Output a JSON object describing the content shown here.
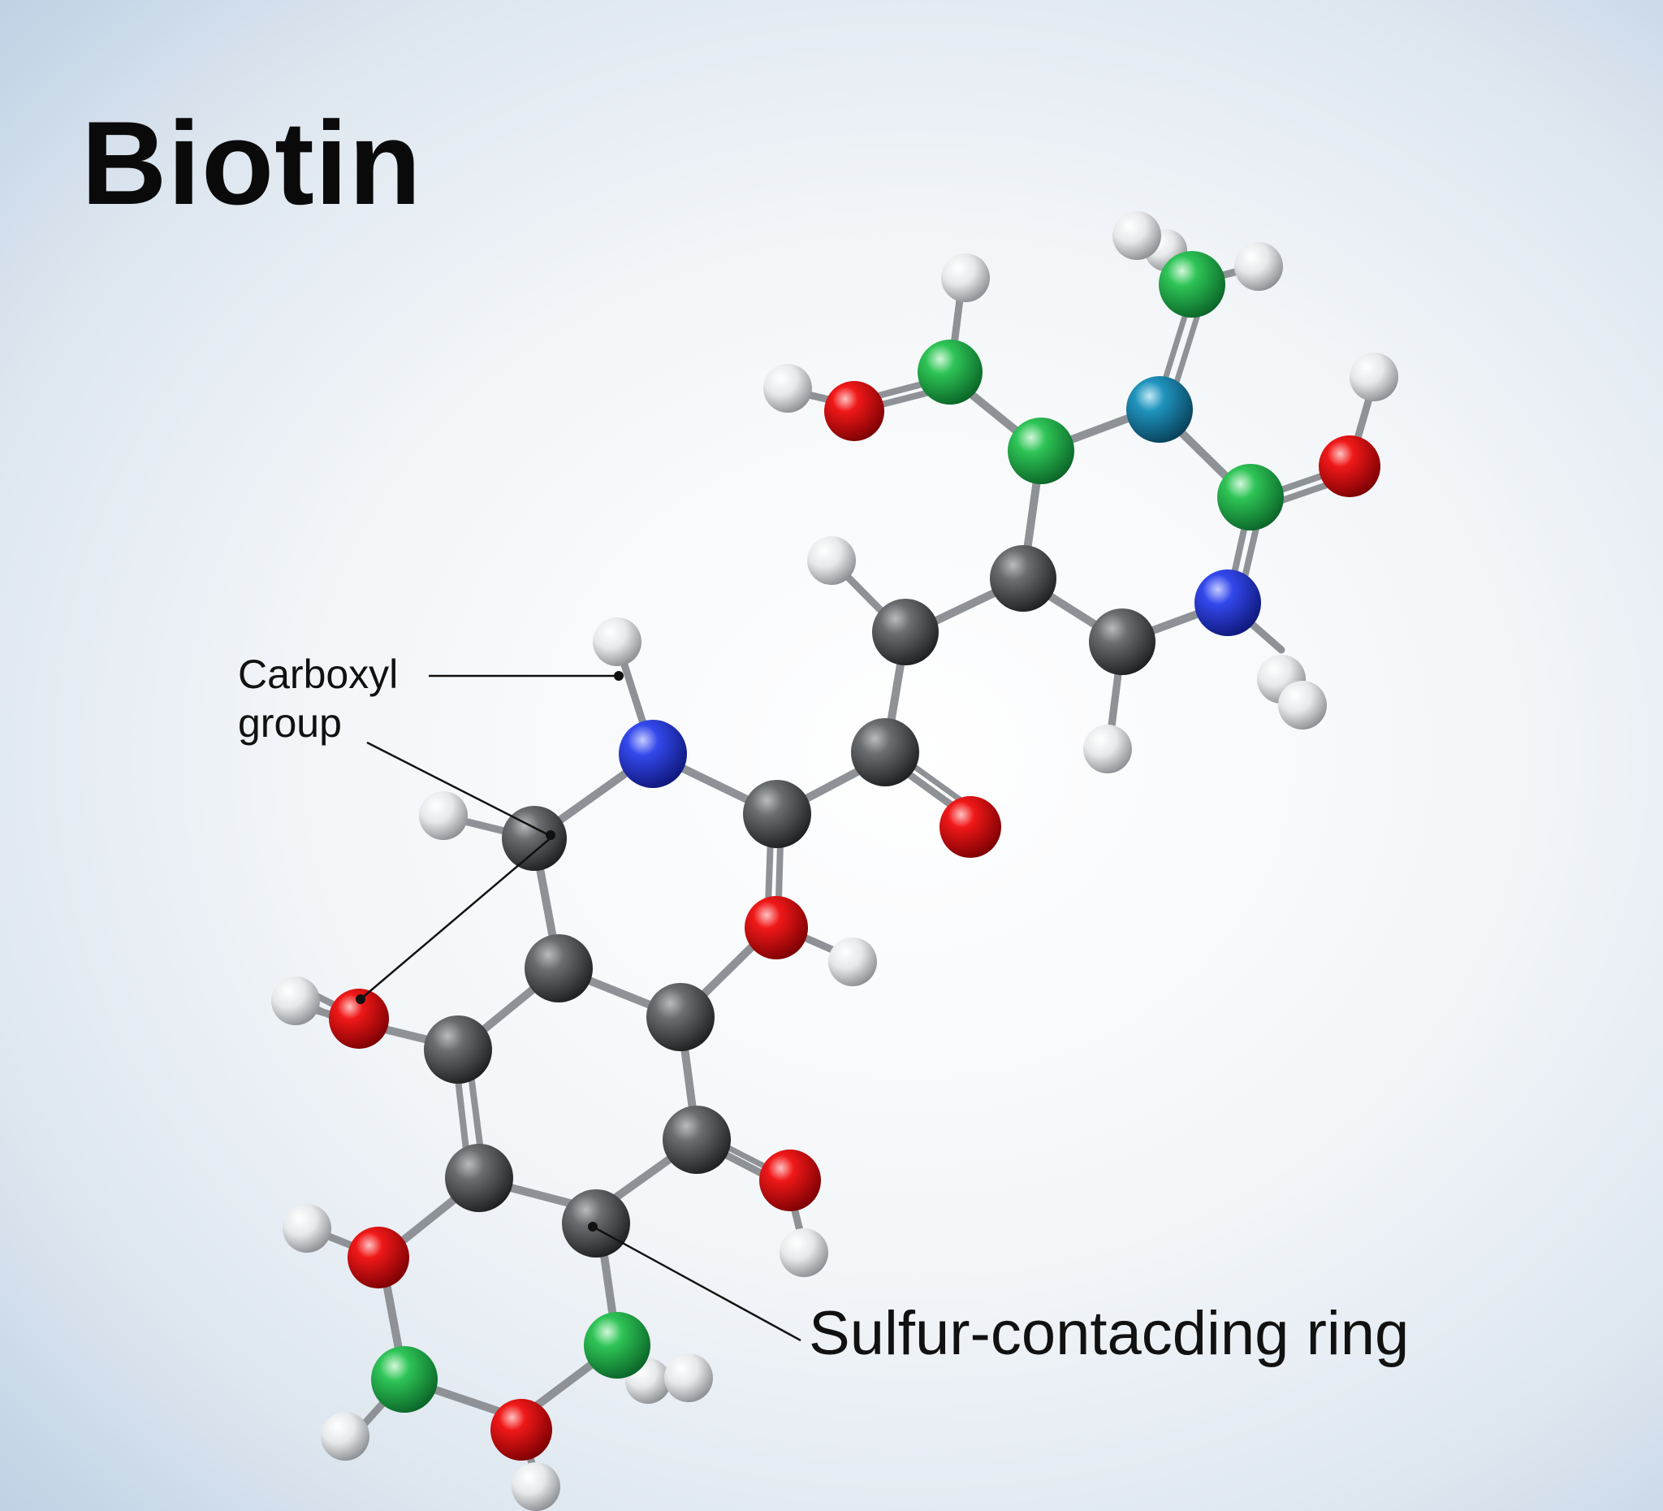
{
  "title": "Biotin",
  "labels": {
    "carboxyl_line1": "Carboxyl",
    "carboxyl_line2": "group",
    "sulfur_ring": "Sulfur-contacding ring"
  },
  "atom_colors": {
    "carbon": "#4a4b4c",
    "hydrogen": "#e6e8ea",
    "oxygen": "#e1080e",
    "nitrogen": "#2b3fe0",
    "green": "#25b54a",
    "teal": "#1a86b0"
  },
  "background": {
    "center": "#ffffff",
    "edge": "#b9cde2"
  }
}
